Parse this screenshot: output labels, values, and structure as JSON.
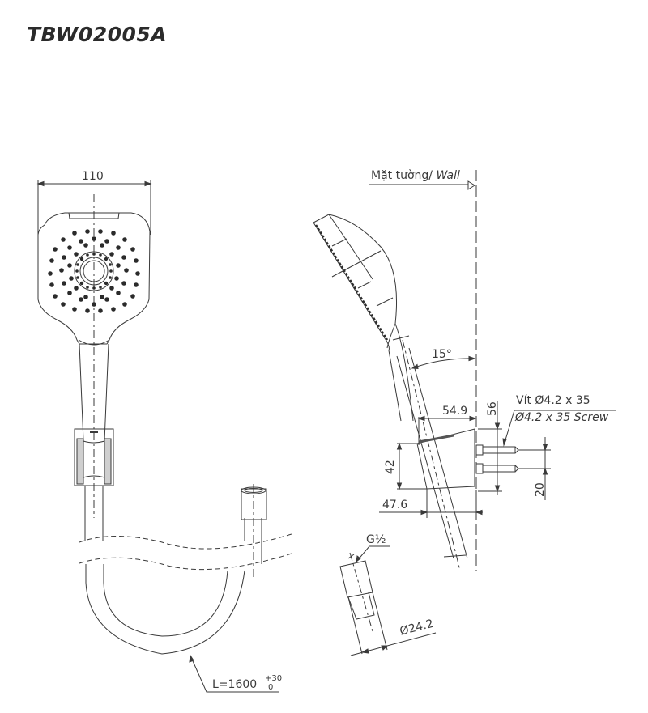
{
  "title": "TBW02005A",
  "labels": {
    "width_110": "110",
    "wall_vi": "Mặt tường/ ",
    "wall_en": "Wall",
    "angle": "15°",
    "dim_54_9": "54.9",
    "dim_56": "56",
    "screw_vi": "Vít Ø4.2 x 35",
    "screw_en": "Ø4.2 x 35 Screw",
    "dim_42": "42",
    "dim_20": "20",
    "dim_47_6": "47.6",
    "thread": "G½",
    "diameter": "Ø24.2",
    "hose_length": "L=1600",
    "tol_upper": "+30",
    "tol_lower": "0"
  },
  "colors": {
    "line": "#3a3a3a",
    "dark": "#2b2b2b"
  }
}
